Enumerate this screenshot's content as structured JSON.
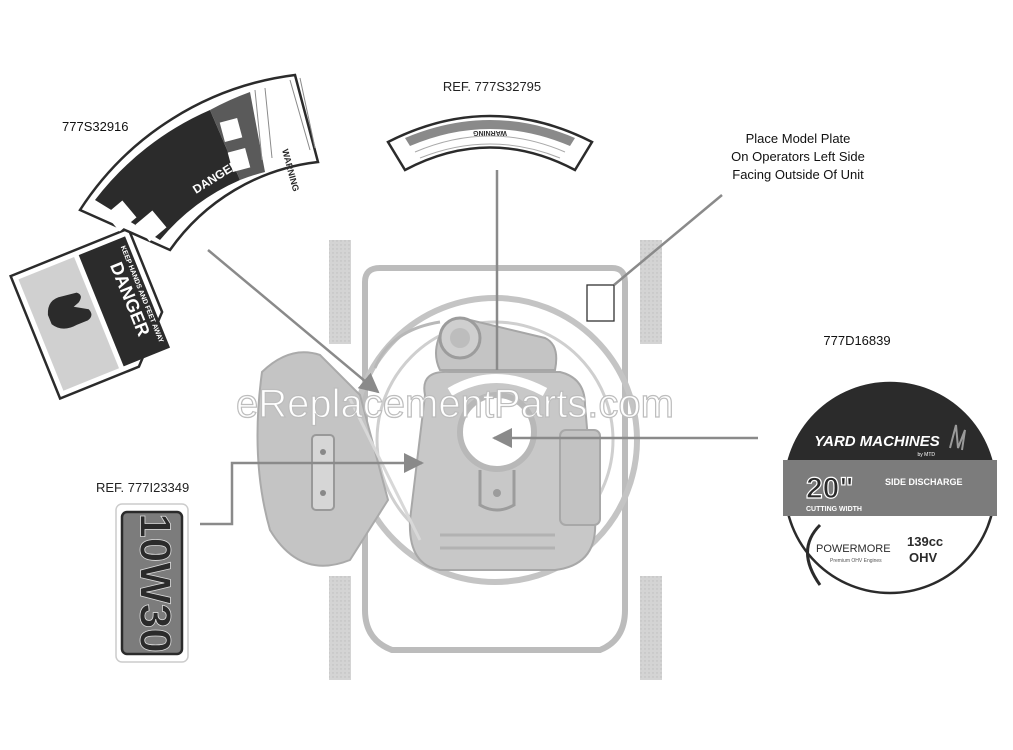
{
  "callouts": {
    "warning_arc_ref": "777S32916",
    "top_decal_ref": "REF. 777S32795",
    "model_plate_line1": "Place Model Plate",
    "model_plate_line2": "On Operators Left Side",
    "model_plate_line3": "Facing Outside Of Unit",
    "engine_decal_ref": "777D16839",
    "oil_decal_ref": "REF. 777I23349"
  },
  "decals": {
    "danger_title": "DANGER",
    "danger_subtitle": "KEEP HANDS AND FEET AWAY",
    "arc_warning_title": "WARNING",
    "arc_danger_title": "DANGER",
    "top_warning_title": "WARNING",
    "oil_text": "10W30",
    "engine_brand": "YARD MACHINES",
    "engine_brand_sub": "by MTD",
    "engine_size": "20\"",
    "engine_side": "SIDE DISCHARGE",
    "engine_cutting": "CUTTING WIDTH",
    "engine_powermore": "POWERMORE",
    "engine_premium": "Premium OHV Engines",
    "engine_cc": "139cc",
    "engine_ohv": "OHV"
  },
  "watermark": "eReplacementParts.com",
  "colors": {
    "line": "#8a8a8a",
    "part_fill": "#c8c8c8",
    "dark": "#2b2b2b",
    "mid": "#7c7c7c"
  }
}
